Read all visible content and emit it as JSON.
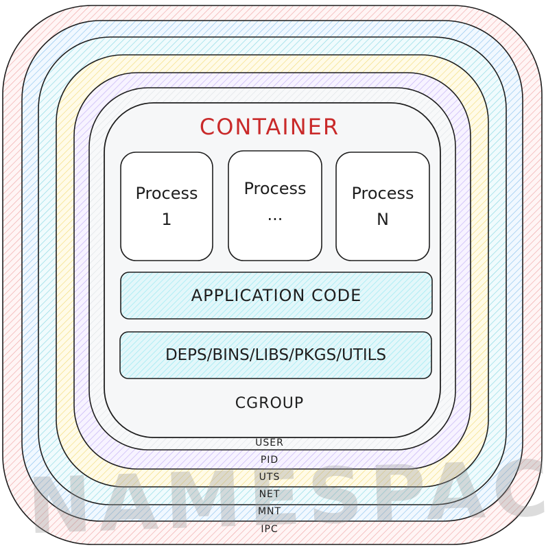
{
  "namespace": {
    "watermark": "NAMESPACE",
    "layers": [
      {
        "label": "IPC",
        "color": "#f0a7a7"
      },
      {
        "label": "MNT",
        "color": "#a5d8ff"
      },
      {
        "label": "NET",
        "color": "#99e9f2"
      },
      {
        "label": "UTS",
        "color": "#ffec99"
      },
      {
        "label": "PID",
        "color": "#d0bfff"
      },
      {
        "label": "USER",
        "color": "#e9ecef"
      }
    ]
  },
  "container": {
    "title": "CONTAINER",
    "title_color": "#c92a2a",
    "processes": [
      {
        "name": "Process",
        "id": "1"
      },
      {
        "name": "Process",
        "id": "..."
      },
      {
        "name": "Process",
        "id": "N"
      }
    ],
    "application_code": "APPLICATION CODE",
    "dependencies": "DEPS/BINS/LIBS/PKGS/UTILS",
    "cgroup": "CGROUP",
    "band_color": "#99e9f2"
  }
}
